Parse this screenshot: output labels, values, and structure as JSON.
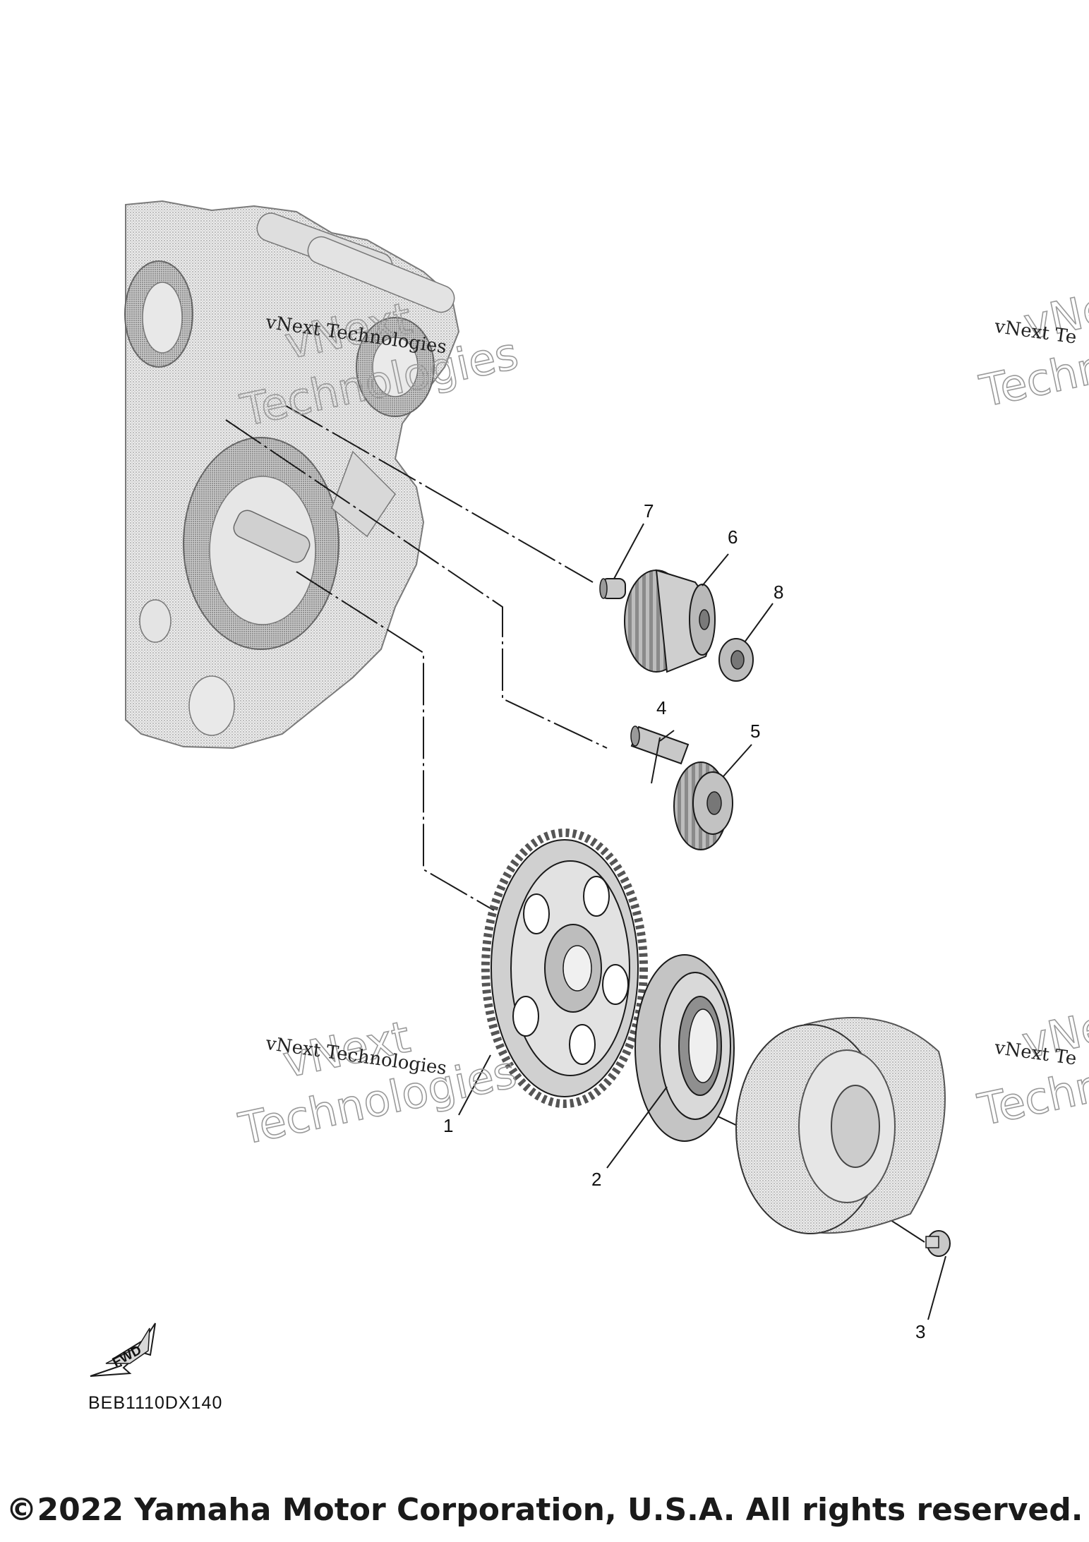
{
  "diagram": {
    "callouts": [
      {
        "id": "1",
        "label": "1"
      },
      {
        "id": "2",
        "label": "2"
      },
      {
        "id": "3",
        "label": "3"
      },
      {
        "id": "4",
        "label": "4"
      },
      {
        "id": "5",
        "label": "5"
      },
      {
        "id": "6",
        "label": "6"
      },
      {
        "id": "7",
        "label": "7"
      },
      {
        "id": "8",
        "label": "8"
      }
    ],
    "fwd_label": "FWD",
    "diagram_code": "BEB1110DX140"
  },
  "watermark": {
    "line_small": "vNext Technologies",
    "line_small_cut": "vNext Te",
    "word_big_1": "vNext",
    "word_big_2": "Technologies",
    "word_big_2_cut": "Techno"
  },
  "footer": {
    "copyright": "©2022 Yamaha Motor Corporation, U.S.A. All rights reserved."
  },
  "colors": {
    "line": "#1a1a1a",
    "part_fill": "#d6d6d6",
    "part_shade": "#b5b5b5",
    "watermark_outline": "#9a9a9a"
  }
}
